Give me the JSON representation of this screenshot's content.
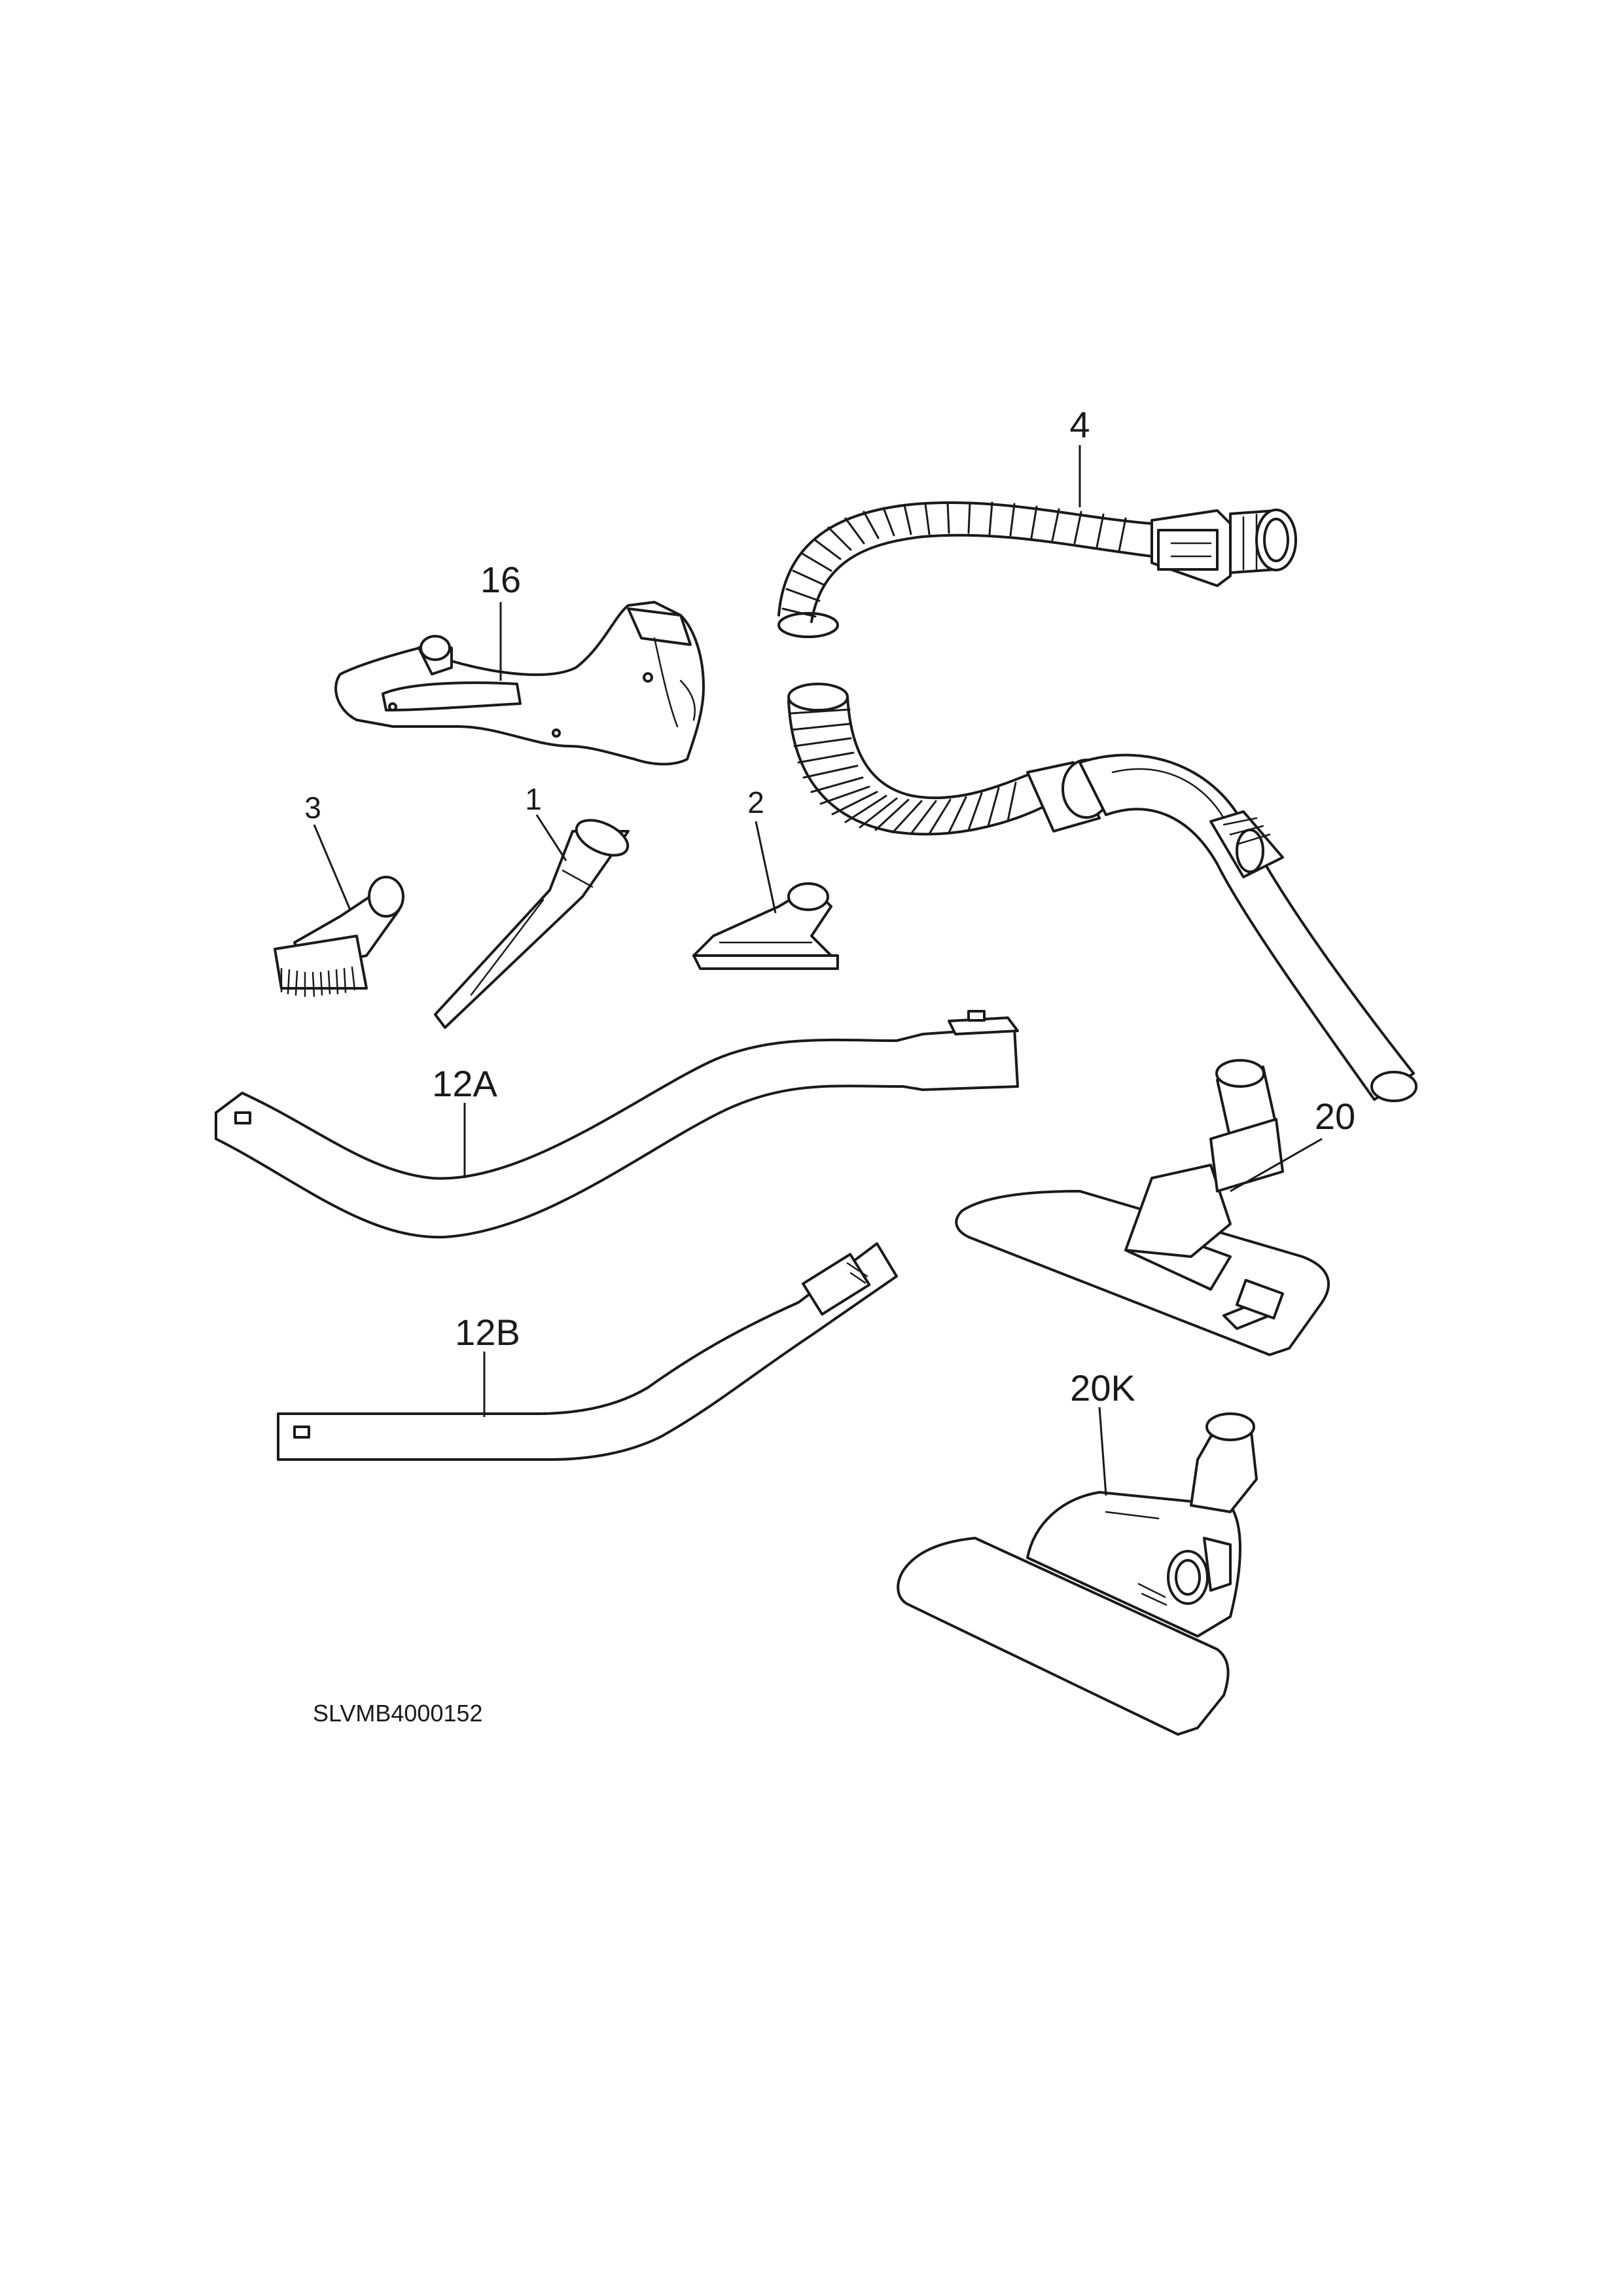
{
  "callouts": {
    "hose": "4",
    "handle_holder": "16",
    "brush_nozzle": "3",
    "crevice_tool": "1",
    "upholstery_nozzle": "2",
    "tube_a": "12A",
    "floor_nozzle": "20",
    "tube_b": "12B",
    "turbo_nozzle": "20K"
  },
  "drawing_id": "SLVMB4000152"
}
